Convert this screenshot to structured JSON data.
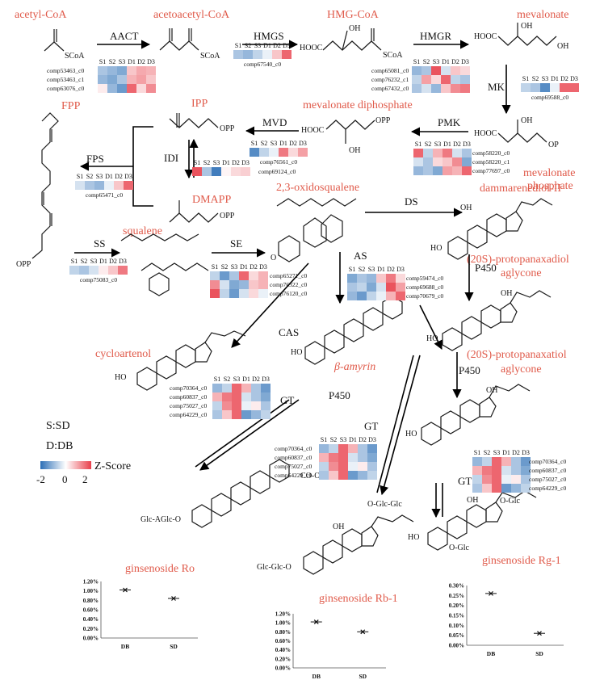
{
  "compounds": {
    "acetyl_coa": "acetyl-CoA",
    "acetoacetyl_coa": "acetoacetyl-CoA",
    "hmg_coa": "HMG-CoA",
    "mevalonate": "mevalonate",
    "mevalonate_phosphate": [
      "mevalonate",
      "phosphate"
    ],
    "mevalonate_diphosphate": "mevalonate diphosphate",
    "ipp": "IPP",
    "dmapp": "DMAPP",
    "fpp": "FPP",
    "squalene": "squalene",
    "oxidosqualene": "2,3-oxidosqualene",
    "dammarenediol": "dammarenediol-II",
    "ppd": [
      "(20S)-protopanaxadiol",
      "aglycone"
    ],
    "ppt": [
      "(20S)-protopanaxatiol",
      "aglycone"
    ],
    "cycloartenol": "cycloartenol",
    "beta_amyrin": "β-amyrin",
    "ginsenoside_ro": "ginsenoside Ro",
    "ginsenoside_rb1": "ginsenoside Rb-1",
    "ginsenoside_rg1": "ginsenoside Rg-1"
  },
  "enzymes": {
    "aact": "AACT",
    "hmgs": "HMGS",
    "hmgr": "HMGR",
    "mk": "MK",
    "pmk": "PMK",
    "mvd": "MVD",
    "idi": "IDI",
    "fps": "FPS",
    "ss": "SS",
    "se": "SE",
    "ds": "DS",
    "as": "AS",
    "cas": "CAS",
    "p450_a": "P450",
    "p450_b": "P450",
    "p450_c": "P450",
    "gt_a": "GT",
    "gt_b": "GT",
    "gt_c": "GT"
  },
  "atoms": {
    "scoa": "SCoA",
    "hooc": "HOOC",
    "oh": "OH",
    "opp": "OPP",
    "op": "OP",
    "ho": "HO",
    "o": "O",
    "co_o_glc": "CO-O-Glc",
    "glc_aglc_o": "Glc-AGlc-O",
    "o_glc_glc": "O-Glc-Glc",
    "glc_glc_o": "Glc-Glc-O",
    "o_glc": "O-Glc"
  },
  "samples": [
    "S1",
    "S2",
    "S3",
    "D1",
    "D2",
    "D3"
  ],
  "heatmaps": [
    {
      "id": "aact",
      "genes": [
        "comp53463_c0",
        "comp53463_c1",
        "comp63076_c0"
      ],
      "z": [
        [
          -0.8,
          -1,
          -1.2,
          0.6,
          0.9,
          0.8
        ],
        [
          -1,
          -1.2,
          -0.8,
          0.8,
          1,
          0.6
        ],
        [
          0.2,
          -1,
          -1.4,
          1.6,
          0.4,
          1.2
        ]
      ]
    },
    {
      "id": "hmgs",
      "genes": [
        "comp67540_c0"
      ],
      "z": [
        [
          -0.8,
          -1,
          -0.6,
          -0.2,
          0.6,
          1.6
        ]
      ]
    },
    {
      "id": "hmgr",
      "genes": [
        "comp65081_c0",
        "comp76232_c1",
        "comp67432_c0"
      ],
      "z": [
        [
          -1,
          -0.8,
          1.8,
          -0.4,
          0.6,
          0.4
        ],
        [
          -0.6,
          1,
          0.4,
          1.6,
          -0.6,
          -0.8
        ],
        [
          -0.8,
          -0.4,
          -1,
          0.6,
          1.2,
          1.4
        ]
      ]
    },
    {
      "id": "mk",
      "genes": [
        "comp69588_c0"
      ],
      "z": [
        [
          -0.6,
          -0.8,
          -1.6,
          -0.2,
          1.6,
          1.6
        ]
      ]
    },
    {
      "id": "pmk",
      "genes": [
        "comp58220_c0",
        "comp58220_c1",
        "comp77697_c0"
      ],
      "z": [
        [
          1.6,
          -0.6,
          0.8,
          1.4,
          -0.4,
          -0.8
        ],
        [
          -0.4,
          -0.8,
          0.4,
          0.6,
          1.2,
          -1.2
        ],
        [
          -1,
          -0.8,
          -1.2,
          1,
          0.8,
          1.6
        ]
      ]
    },
    {
      "id": "mvd",
      "genes": [
        "comp76561_c0"
      ],
      "z": [
        [
          -1.6,
          -0.6,
          -0.2,
          1.4,
          0.4,
          1
        ]
      ]
    },
    {
      "id": "idi",
      "genes": [
        "comp69124_c0"
      ],
      "z": [
        [
          1.8,
          -0.8,
          -1.8,
          0.1,
          0.4,
          0.5
        ]
      ]
    },
    {
      "id": "fps",
      "genes": [
        "comp65471_c0"
      ],
      "z": [
        [
          -0.4,
          -0.8,
          -1,
          -0.2,
          0.6,
          1.6
        ]
      ]
    },
    {
      "id": "ss",
      "genes": [
        "comp75083_c0"
      ],
      "z": [
        [
          -0.6,
          -0.8,
          -0.4,
          0.2,
          0.6,
          1.4
        ]
      ]
    },
    {
      "id": "se",
      "genes": [
        "comp65271_c0",
        "comp76322_c0",
        "comp76120_c0"
      ],
      "z": [
        [
          -0.6,
          -1.4,
          -0.8,
          1.6,
          0.4,
          0.8
        ],
        [
          1.2,
          -0.4,
          -1.2,
          -1,
          0.6,
          0.8
        ],
        [
          1.8,
          -0.6,
          -1.4,
          -0.4,
          0.4,
          -0.2
        ]
      ]
    },
    {
      "id": "as",
      "genes": [
        "comp59474_c0",
        "comp69688_c0",
        "comp70679_c0"
      ],
      "z": [
        [
          -1.2,
          -0.8,
          -1,
          0.6,
          1.4,
          0.4
        ],
        [
          -0.8,
          -0.6,
          -1.2,
          -0.4,
          1.8,
          1
        ],
        [
          -1,
          -1.4,
          -0.6,
          -0.2,
          0.8,
          1.6
        ]
      ]
    },
    {
      "id": "gt1",
      "genes": [
        "comp70364_c0",
        "comp60837_c0",
        "comp75027_c0",
        "comp64229_c0"
      ],
      "z": [
        [
          -1,
          -0.6,
          1.6,
          0.8,
          -0.8,
          -1.4
        ],
        [
          0.8,
          1.4,
          1.6,
          -0.4,
          -0.8,
          -1.2
        ],
        [
          -0.6,
          1.2,
          1.6,
          -0.2,
          0.2,
          -0.8
        ],
        [
          -0.8,
          0.6,
          1.6,
          -1.4,
          -1,
          -0.6
        ]
      ]
    },
    {
      "id": "gt2",
      "genes": [
        "comp70364_c0",
        "comp60837_c0",
        "comp75027_c0",
        "comp64229_c0"
      ],
      "z": [
        [
          -1,
          -0.6,
          1.6,
          0.8,
          -0.8,
          -1.4
        ],
        [
          0.8,
          1.4,
          1.6,
          -0.4,
          -0.8,
          -1.2
        ],
        [
          -0.6,
          1.2,
          1.6,
          -0.2,
          0.2,
          -0.8
        ],
        [
          -0.8,
          0.6,
          1.6,
          -1.4,
          -1,
          -0.6
        ]
      ]
    },
    {
      "id": "gt3",
      "genes": [
        "comp70364_c0",
        "comp60837_c0",
        "comp75027_c0",
        "comp64229_c0"
      ],
      "z": [
        [
          -1,
          -0.6,
          1.6,
          0.8,
          -0.8,
          -1.4
        ],
        [
          0.8,
          1.4,
          1.6,
          -0.4,
          -0.8,
          -1.2
        ],
        [
          -0.6,
          1.2,
          1.6,
          -0.2,
          0.2,
          -0.8
        ],
        [
          -0.8,
          0.6,
          1.6,
          -1.4,
          -1,
          -0.6
        ]
      ]
    }
  ],
  "legend": {
    "s_line": "S:SD",
    "d_line": "D:DB",
    "scale_title": "Z-Score",
    "ticks": [
      "-2",
      "0",
      "2"
    ],
    "low_color": "#2c6fb6",
    "mid_color": "#ffffff",
    "high_color": "#e8404b"
  },
  "colors": {
    "compound": "#e05a4a",
    "text": "#111111"
  },
  "chart_data": [
    {
      "type": "scatter",
      "id": "ro",
      "categories": [
        "DB",
        "SD"
      ],
      "values": [
        1.02,
        0.84
      ],
      "ylim": [
        0,
        1.2
      ],
      "yticks": [
        "0.00%",
        "0.20%",
        "0.40%",
        "0.60%",
        "0.80%",
        "1.00%",
        "1.20%"
      ]
    },
    {
      "type": "scatter",
      "id": "rb1",
      "categories": [
        "DB",
        "SD"
      ],
      "values": [
        1.02,
        0.8
      ],
      "ylim": [
        0,
        1.2
      ],
      "yticks": [
        "0.00%",
        "0.20%",
        "0.40%",
        "0.60%",
        "0.80%",
        "1.00%",
        "1.20%"
      ]
    },
    {
      "type": "scatter",
      "id": "rg1",
      "categories": [
        "DB",
        "SD"
      ],
      "values": [
        0.26,
        0.06
      ],
      "ylim": [
        0,
        0.3
      ],
      "yticks": [
        "0.00%",
        "0.05%",
        "0.10%",
        "0.15%",
        "0.20%",
        "0.25%",
        "0.30%"
      ]
    }
  ]
}
